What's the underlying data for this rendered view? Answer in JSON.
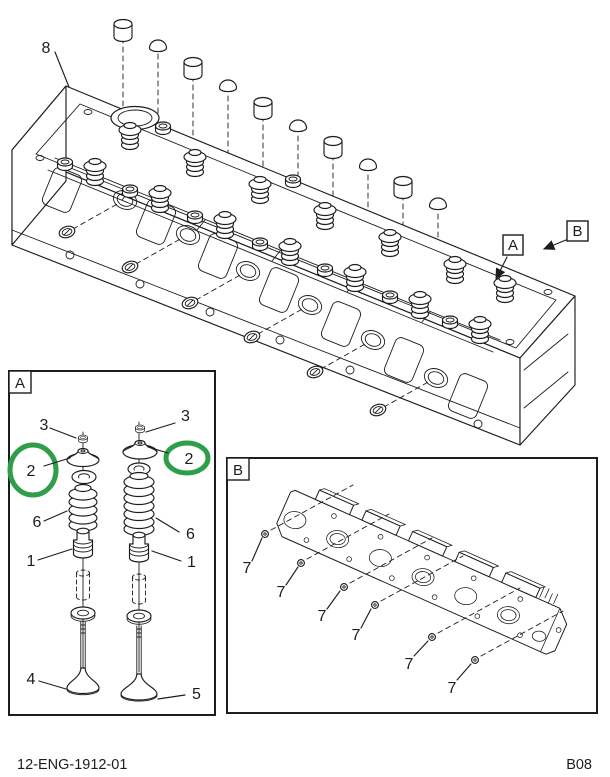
{
  "doc": {
    "background": "#ffffff",
    "line_color": "#1d1d1d",
    "highlight_green": "#2e9e4a"
  },
  "main_view": {
    "head_label": "8",
    "callout_a": "A",
    "callout_b": "B"
  },
  "detail_a": {
    "frame_label": "A",
    "callouts": {
      "keeper_nut": "3",
      "spring_retainer": "2",
      "valve_spring": "6",
      "stem_seal": "1",
      "intake_valve": "4",
      "exhaust_valve": "5"
    }
  },
  "detail_b": {
    "frame_label": "B",
    "plug_callout": "7",
    "plug_count": 6
  },
  "footer": {
    "doc_number": "12-ENG-1912-01",
    "page_code": "B08"
  }
}
